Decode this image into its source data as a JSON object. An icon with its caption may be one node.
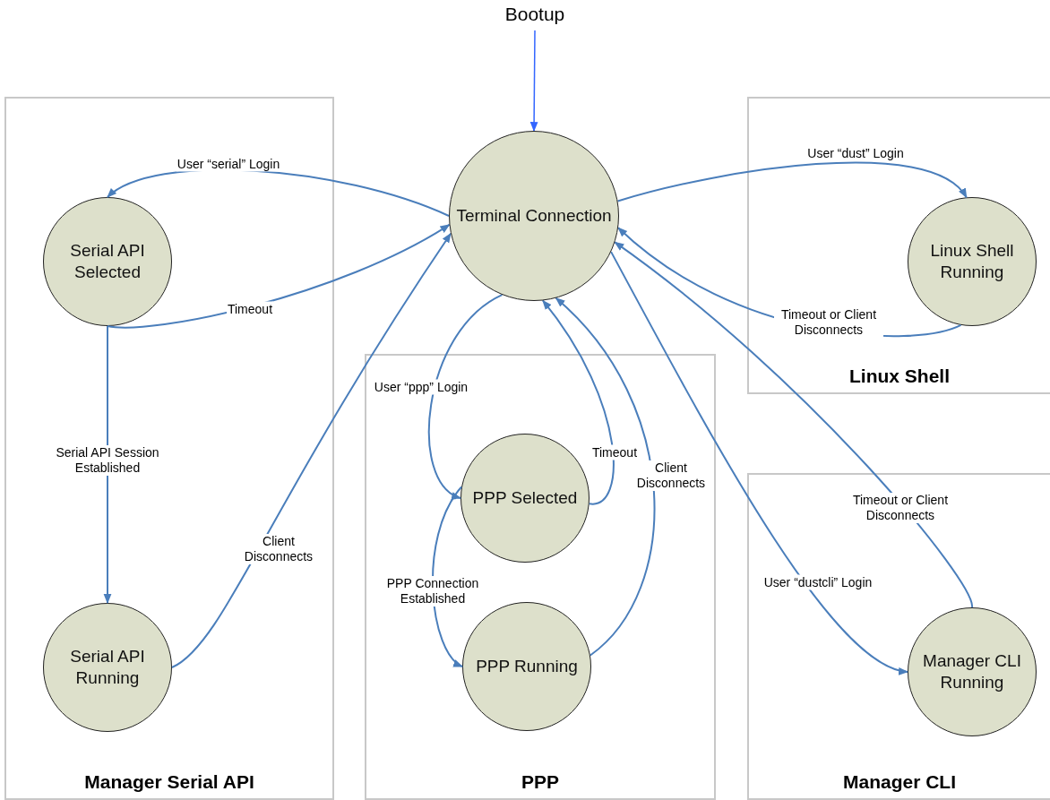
{
  "diagram": {
    "nodes": [
      {
        "text": [
          "Bootup"
        ]
      },
      {
        "text": [
          "Terminal Connection"
        ]
      },
      {
        "text": [
          "Manager Serial API"
        ]
      },
      {
        "text": [
          "Serial API Selected"
        ],
        "in": 2
      },
      {
        "text": [
          "Serial API Running"
        ],
        "in": 2
      },
      {
        "text": [
          "PPP"
        ]
      },
      {
        "text": [
          "PPP Selected"
        ],
        "in": 5
      },
      {
        "text": [
          "PPP Running"
        ],
        "in": 5
      },
      {
        "text": [
          "Linux Shell"
        ]
      },
      {
        "text": [
          "Linux Shell Running"
        ],
        "in": 8
      },
      {
        "text": [
          "Manager CLI"
        ]
      },
      {
        "text": [
          "Manager CLI Running"
        ],
        "in": 10
      }
    ],
    "edges": [
      {
        "from": 0,
        "to": 1,
        "arrow": "to",
        "color": "#3366ff"
      },
      {
        "from": 1,
        "to": 3,
        "arrow": "to",
        "label": "User “serial” Login"
      },
      {
        "from": 3,
        "to": 1,
        "arrow": "to",
        "label": "Timeout"
      },
      {
        "from": 3,
        "to": 4,
        "arrow": "to",
        "label": "Serial API Session Established"
      },
      {
        "from": 4,
        "to": 1,
        "arrow": "to",
        "label": "Client Disconnects"
      },
      {
        "from": 1,
        "to": 6,
        "arrow": "to",
        "label": "User “ppp” Login"
      },
      {
        "from": 6,
        "to": 1,
        "arrow": "to",
        "label": "Timeout"
      },
      {
        "from": 6,
        "to": 7,
        "arrow": "to",
        "label": "PPP Connection Established"
      },
      {
        "from": 7,
        "to": 1,
        "arrow": "to",
        "label": "Client Disconnects"
      },
      {
        "from": 1,
        "to": 9,
        "arrow": "to",
        "label": "User “dust” Login"
      },
      {
        "from": 9,
        "to": 1,
        "arrow": "to",
        "label": "Timeout or Client Disconnects"
      },
      {
        "from": 1,
        "to": 11,
        "arrow": "to",
        "label": "User “dustcli” Login"
      },
      {
        "from": 11,
        "to": 1,
        "arrow": "to",
        "label": "Timeout or Client Disconnects"
      }
    ]
  }
}
